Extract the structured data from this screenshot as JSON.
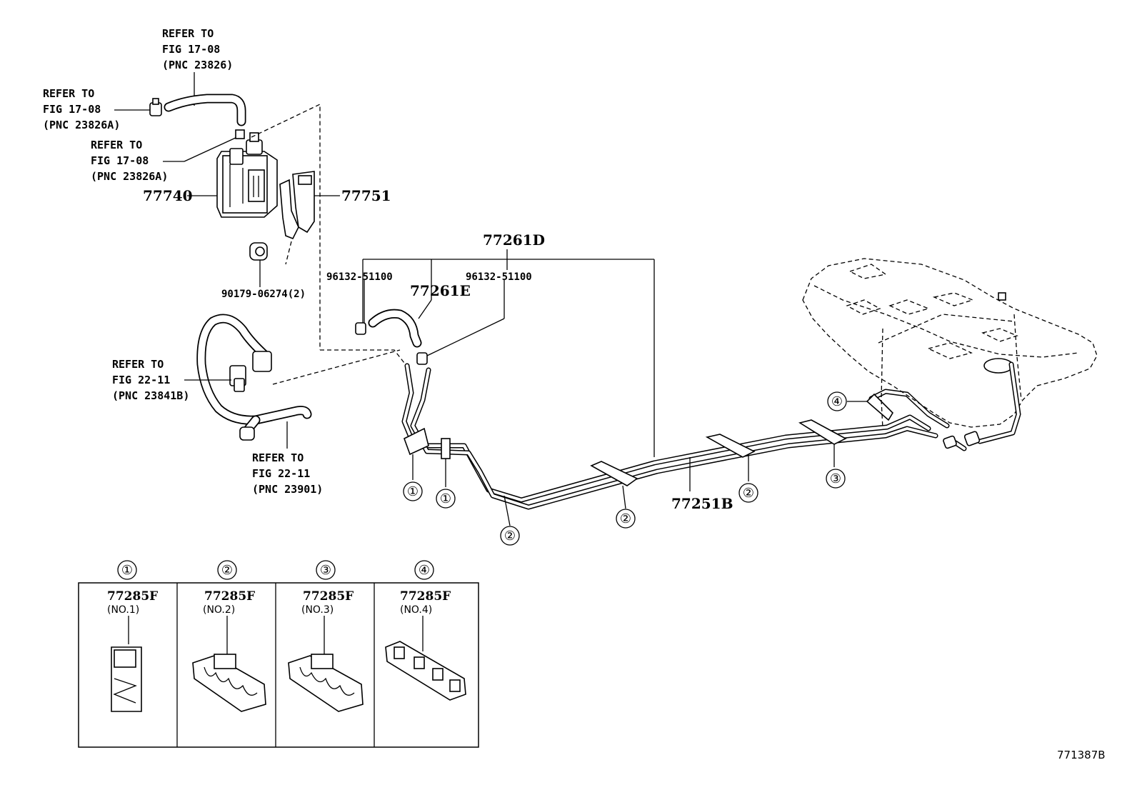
{
  "diagram_id": "771387B",
  "refs": {
    "hose_top": [
      "REFER TO",
      "FIG 17-08",
      "(PNC 23826)"
    ],
    "clamp_left": [
      "REFER TO",
      "FIG 17-08",
      "(PNC 23826A)"
    ],
    "canister_port": [
      "REFER TO",
      "FIG 17-08",
      "(PNC 23826A)"
    ],
    "filler_clamp": [
      "REFER TO",
      "FIG 22-11",
      "(PNC 23841B)"
    ],
    "filler_pipe": [
      "REFER TO",
      "FIG 22-11",
      "(PNC 23901)"
    ]
  },
  "parts": {
    "canister": "77740",
    "bracket": "77751",
    "cushion": "90179-06274(2)",
    "tube_assembly": "77261D",
    "clamp_a": "96132-51100",
    "hose": "77261E",
    "clamp_b": "96132-51100",
    "fuel_tube": "77251B"
  },
  "callouts": {
    "c1": "①",
    "c2": "②",
    "c3": "③",
    "c4": "④"
  },
  "clamp_table": [
    {
      "marker": "①",
      "part": "77285F",
      "note": "(NO.1)"
    },
    {
      "marker": "②",
      "part": "77285F",
      "note": "(NO.2)"
    },
    {
      "marker": "③",
      "part": "77285F",
      "note": "(NO.3)"
    },
    {
      "marker": "④",
      "part": "77285F",
      "note": "(NO.4)"
    }
  ]
}
